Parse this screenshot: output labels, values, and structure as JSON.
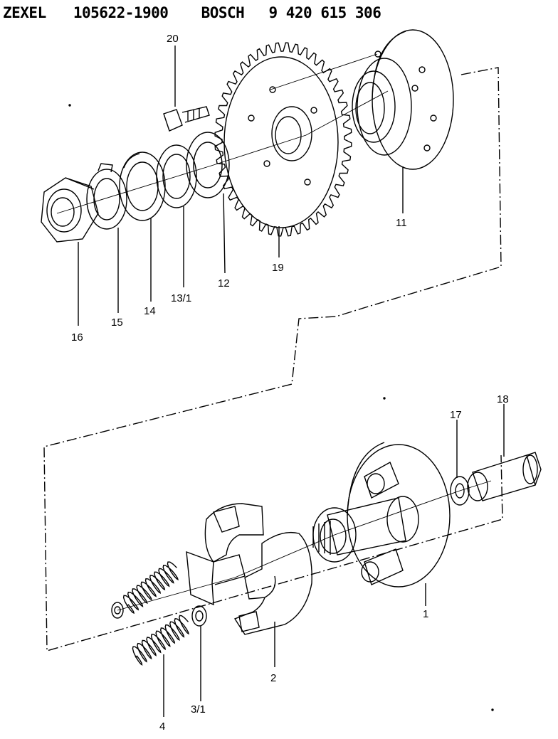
{
  "header": {
    "brand1": "ZEXEL",
    "part_number": "105622-1900",
    "brand2": "BOSCH",
    "bosch_number": "9 420 615 306"
  },
  "callouts": {
    "p1": "1",
    "p2": "2",
    "p3_1": "3/1",
    "p4": "4",
    "p11": "11",
    "p12": "12",
    "p13_1": "13/1",
    "p14": "14",
    "p15": "15",
    "p16": "16",
    "p17": "17",
    "p18": "18",
    "p19": "19",
    "p20": "20"
  }
}
